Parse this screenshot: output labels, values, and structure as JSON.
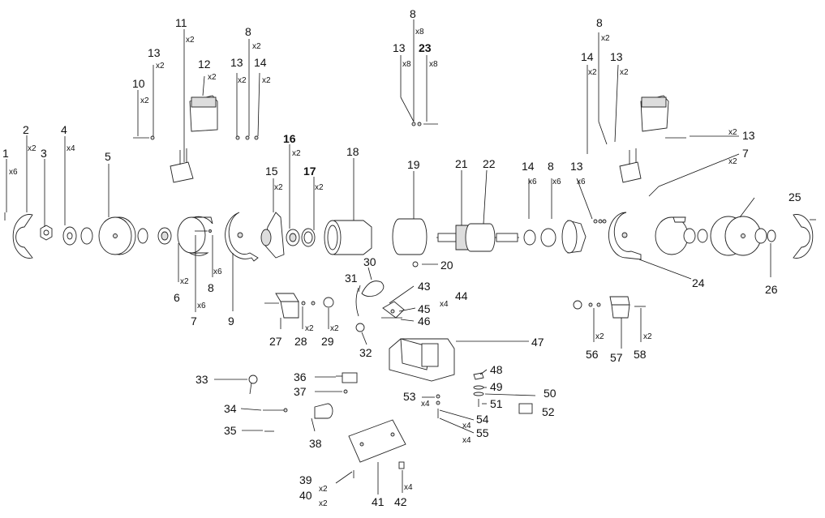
{
  "part_labels": [
    "1",
    "2",
    "3",
    "4",
    "5",
    "6",
    "7",
    "8",
    "9",
    "10",
    "11",
    "12",
    "13",
    "14",
    "15",
    "16",
    "17",
    "18",
    "19",
    "20",
    "21",
    "22",
    "23",
    "24",
    "25",
    "26",
    "27",
    "28",
    "29",
    "30",
    "31",
    "32",
    "33",
    "34",
    "35",
    "36",
    "37",
    "38",
    "39",
    "40",
    "41",
    "42",
    "43",
    "44",
    "45",
    "46",
    "47",
    "48",
    "49",
    "50",
    "51",
    "52",
    "53",
    "54",
    "55",
    "56",
    "57",
    "58"
  ],
  "callouts": [
    {
      "num": "1",
      "qty": "x6"
    },
    {
      "num": "2",
      "qty": "x2"
    },
    {
      "num": "3",
      "qty": ""
    },
    {
      "num": "4",
      "qty": "x4"
    },
    {
      "num": "5",
      "qty": ""
    },
    {
      "num": "6",
      "qty": "x2"
    },
    {
      "num": "7",
      "qty": "x6"
    },
    {
      "num": "8",
      "qty": "x6"
    },
    {
      "num": "9",
      "qty": ""
    },
    {
      "num": "10",
      "qty": "x2"
    },
    {
      "num": "11",
      "qty": "x2"
    },
    {
      "num": "12",
      "qty": "x2"
    },
    {
      "num": "13",
      "qty": "x2"
    },
    {
      "num": "13",
      "qty": "x2"
    },
    {
      "num": "8",
      "qty": "x2"
    },
    {
      "num": "14",
      "qty": "x2"
    },
    {
      "num": "15",
      "qty": "x2"
    },
    {
      "num": "16",
      "qty": "x2"
    },
    {
      "num": "17",
      "qty": "x2"
    },
    {
      "num": "18",
      "qty": ""
    },
    {
      "num": "19",
      "qty": ""
    },
    {
      "num": "8",
      "qty": "x8"
    },
    {
      "num": "13",
      "qty": "x8"
    },
    {
      "num": "23",
      "qty": "x8"
    },
    {
      "num": "20",
      "qty": ""
    },
    {
      "num": "21",
      "qty": ""
    },
    {
      "num": "22",
      "qty": ""
    },
    {
      "num": "8",
      "qty": "x2"
    },
    {
      "num": "14",
      "qty": "x2"
    },
    {
      "num": "13",
      "qty": "x2"
    },
    {
      "num": "13",
      "qty": "x2"
    },
    {
      "num": "7",
      "qty": "x2"
    },
    {
      "num": "14",
      "qty": "x6"
    },
    {
      "num": "8",
      "qty": "x6"
    },
    {
      "num": "13",
      "qty": "x6"
    },
    {
      "num": "25",
      "qty": ""
    },
    {
      "num": "24",
      "qty": ""
    },
    {
      "num": "26",
      "qty": ""
    },
    {
      "num": "27",
      "qty": ""
    },
    {
      "num": "28",
      "qty": "x2"
    },
    {
      "num": "29",
      "qty": "x2"
    },
    {
      "num": "30",
      "qty": ""
    },
    {
      "num": "31",
      "qty": ""
    },
    {
      "num": "32",
      "qty": ""
    },
    {
      "num": "43",
      "qty": ""
    },
    {
      "num": "44",
      "qty": "x4"
    },
    {
      "num": "45",
      "qty": ""
    },
    {
      "num": "46",
      "qty": ""
    },
    {
      "num": "47",
      "qty": ""
    },
    {
      "num": "33",
      "qty": ""
    },
    {
      "num": "34",
      "qty": ""
    },
    {
      "num": "35",
      "qty": ""
    },
    {
      "num": "36",
      "qty": ""
    },
    {
      "num": "37",
      "qty": ""
    },
    {
      "num": "38",
      "qty": ""
    },
    {
      "num": "39",
      "qty": "x2"
    },
    {
      "num": "40",
      "qty": "x2"
    },
    {
      "num": "41",
      "qty": ""
    },
    {
      "num": "42",
      "qty": "x4"
    },
    {
      "num": "48",
      "qty": ""
    },
    {
      "num": "49",
      "qty": ""
    },
    {
      "num": "50",
      "qty": ""
    },
    {
      "num": "51",
      "qty": ""
    },
    {
      "num": "52",
      "qty": ""
    },
    {
      "num": "53",
      "qty": "x4"
    },
    {
      "num": "54",
      "qty": "x4"
    },
    {
      "num": "55",
      "qty": "x4"
    },
    {
      "num": "56",
      "qty": "x2"
    },
    {
      "num": "57",
      "qty": ""
    },
    {
      "num": "58",
      "qty": "x2"
    }
  ]
}
